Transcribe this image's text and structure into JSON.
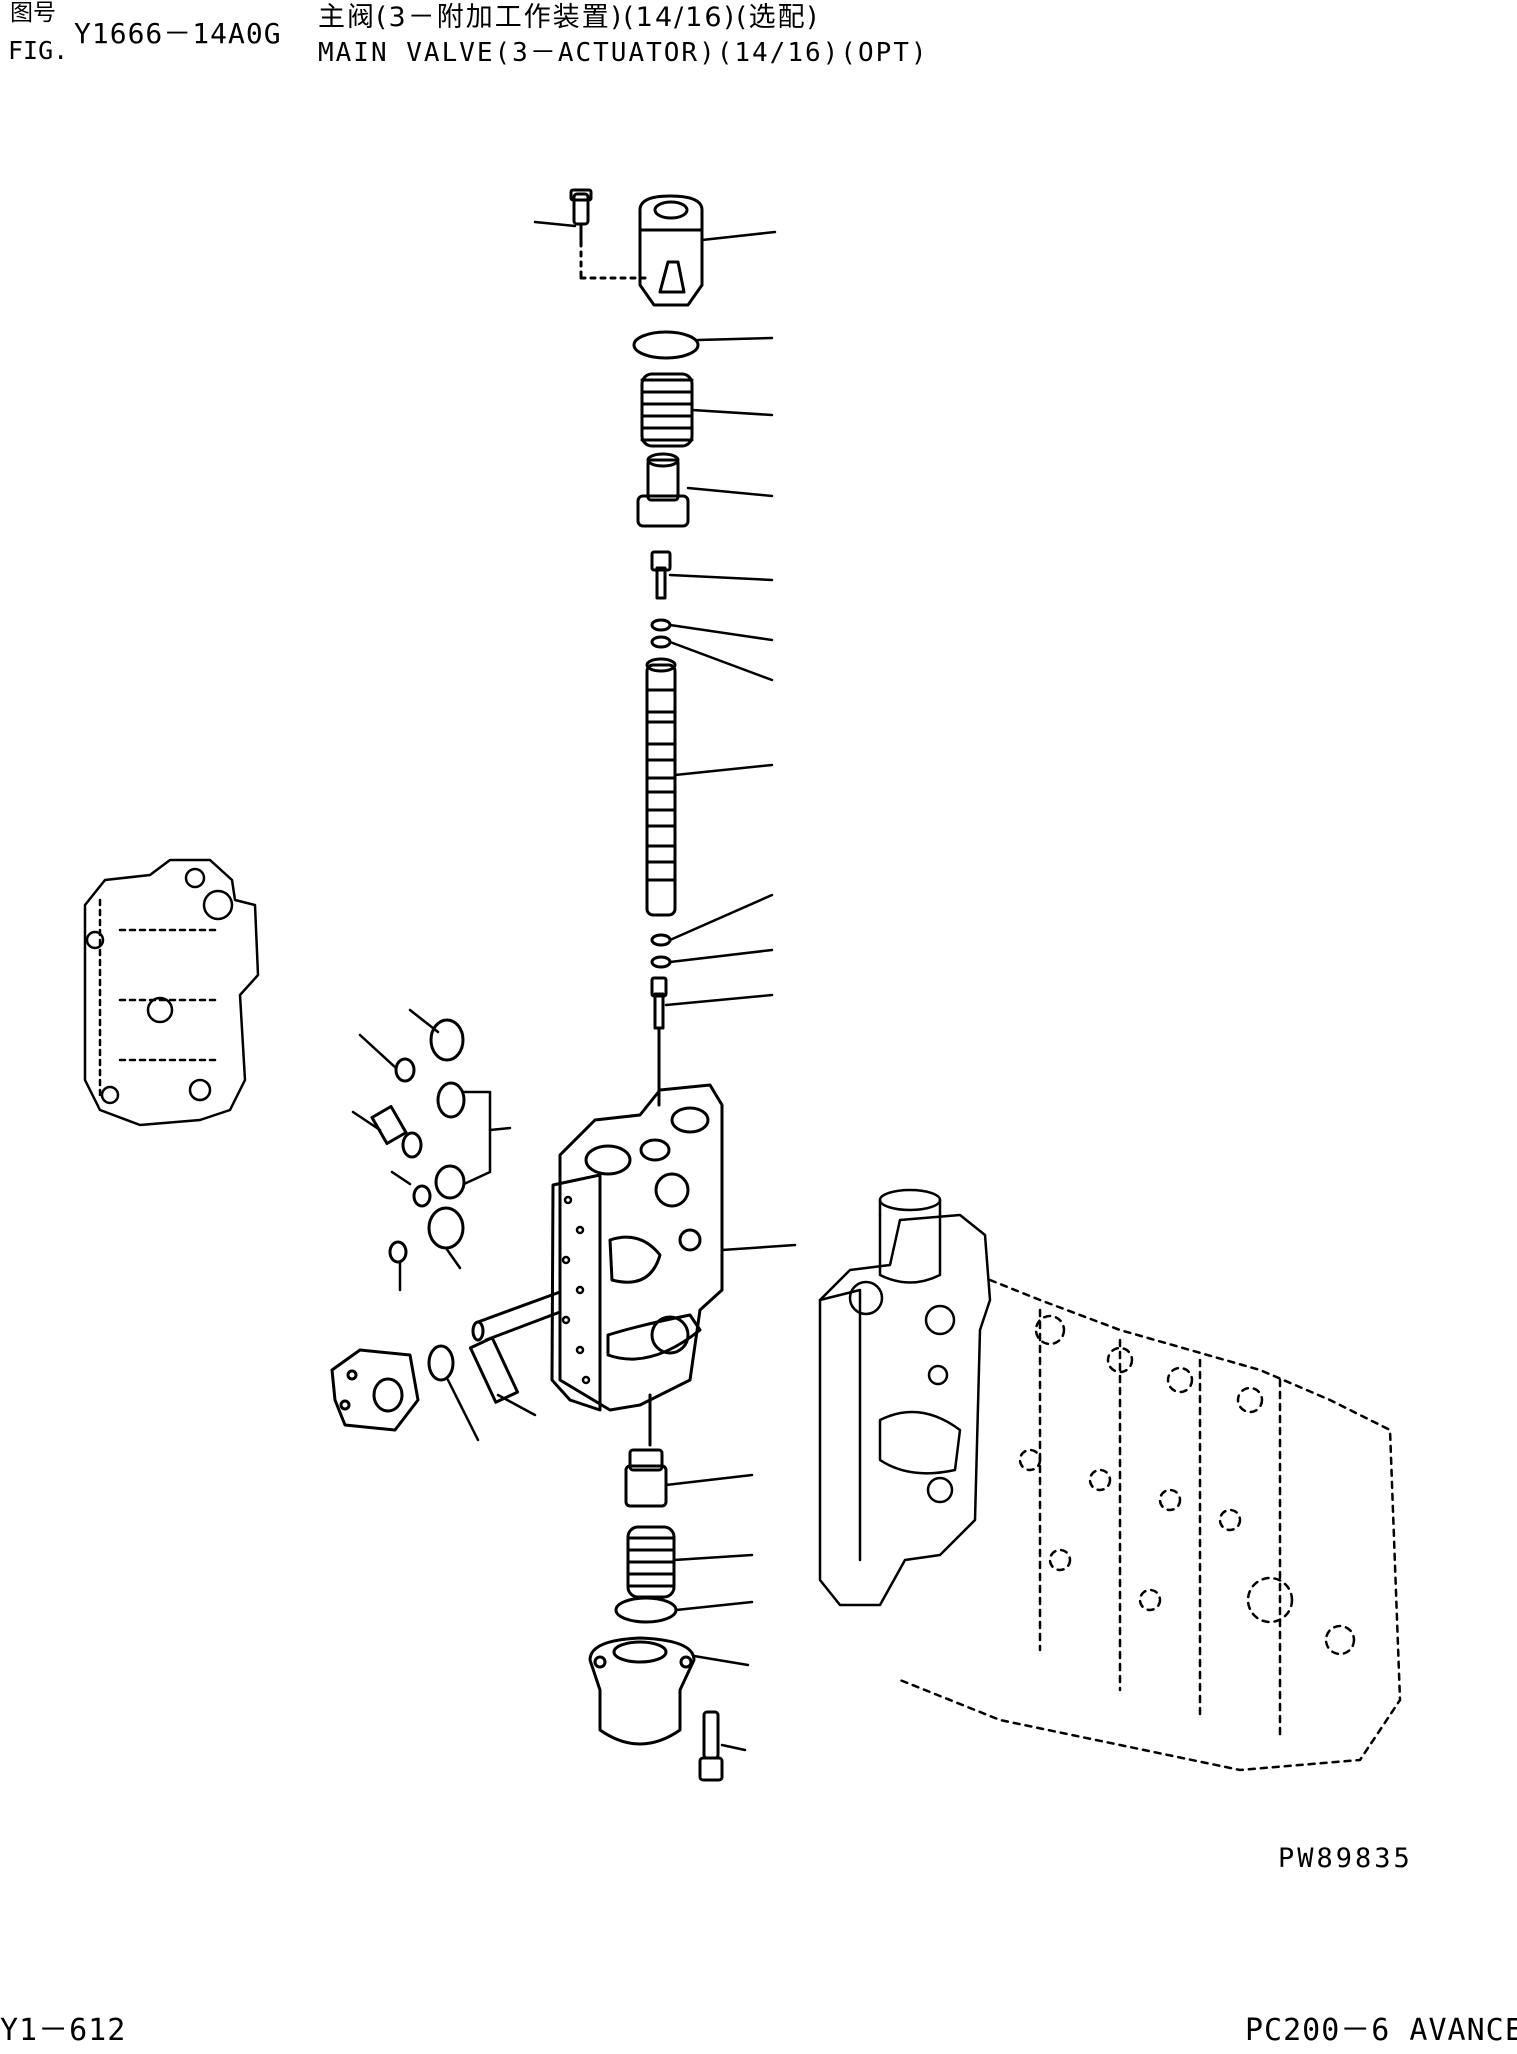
{
  "header": {
    "fig_cn_label": "图号",
    "fig_label": "FIG.",
    "fig_number": "Y1666－14A0G",
    "title_cn": "主阀(3－附加工作装置)(14/16)(选配)",
    "title_en": "MAIN VALVE(3－ACTUATOR)(14/16)(OPT)"
  },
  "diagram": {
    "drawing_code": "PW89835"
  },
  "footer": {
    "page_number": "Y1－612",
    "model": "PC200－6 AVANCE"
  },
  "colors": {
    "ink": "#000000",
    "paper": "#ffffff"
  }
}
